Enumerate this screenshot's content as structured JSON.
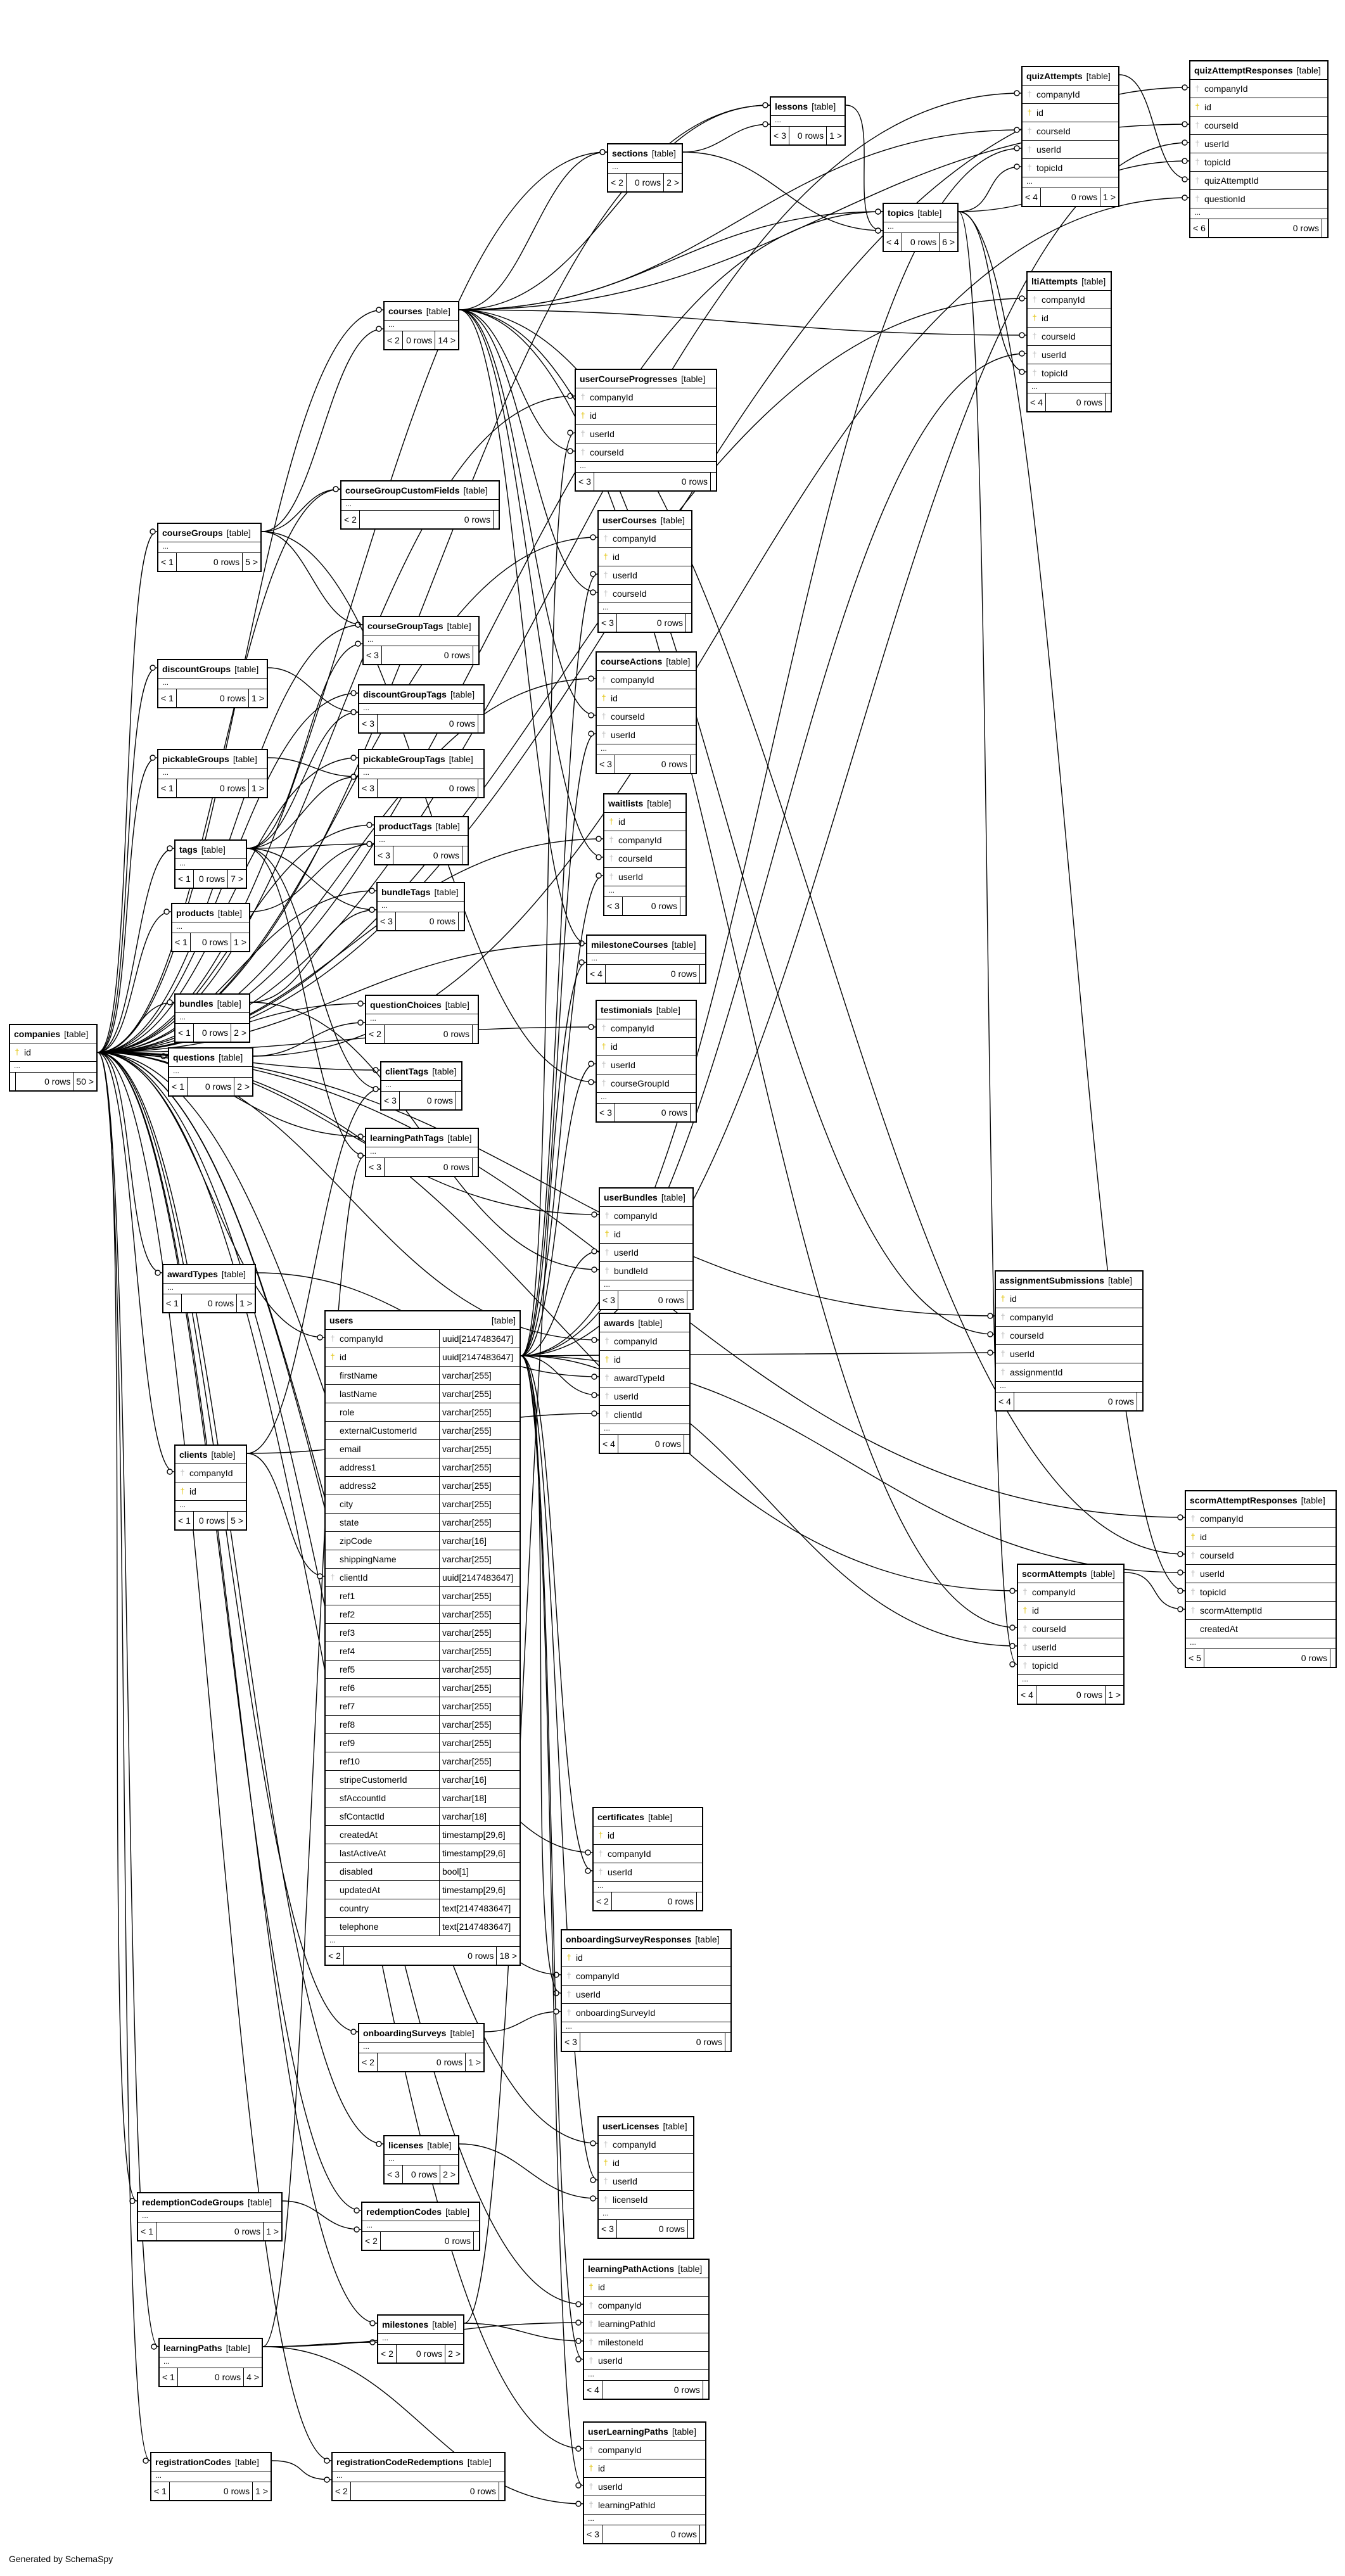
{
  "footer": "Generated by SchemaSpy",
  "table_tag": "[table]",
  "rows_label": "0 rows",
  "tables": [
    {
      "name": "companies",
      "cols": [
        {
          "n": "id",
          "k": "pk"
        }
      ],
      "footer": {
        "p": "",
        "c": "50 >"
      }
    },
    {
      "name": "lessons",
      "cols": [],
      "footer": {
        "p": "< 3",
        "c": "1 >"
      }
    },
    {
      "name": "sections",
      "cols": [],
      "footer": {
        "p": "< 2",
        "c": "2 >"
      }
    },
    {
      "name": "topics",
      "cols": [],
      "footer": {
        "p": "< 4",
        "c": "6 >"
      }
    },
    {
      "name": "courses",
      "cols": [],
      "footer": {
        "p": "< 2",
        "c": "14 >"
      }
    },
    {
      "name": "quizAttempts",
      "cols": [
        {
          "n": "companyId",
          "k": "fk"
        },
        {
          "n": "id",
          "k": "pk"
        },
        {
          "n": "courseId",
          "k": "fk"
        },
        {
          "n": "userId",
          "k": "fk"
        },
        {
          "n": "topicId",
          "k": "fk"
        }
      ],
      "footer": {
        "p": "< 4",
        "c": "1 >"
      }
    },
    {
      "name": "quizAttemptResponses",
      "cols": [
        {
          "n": "companyId",
          "k": "fk"
        },
        {
          "n": "id",
          "k": "pk"
        },
        {
          "n": "courseId",
          "k": "fk"
        },
        {
          "n": "userId",
          "k": "fk"
        },
        {
          "n": "topicId",
          "k": "fk"
        },
        {
          "n": "quizAttemptId",
          "k": "fk"
        },
        {
          "n": "questionId",
          "k": "fk"
        }
      ],
      "footer": {
        "p": "< 6",
        "c": ""
      }
    },
    {
      "name": "ltiAttempts",
      "cols": [
        {
          "n": "companyId",
          "k": "fk"
        },
        {
          "n": "id",
          "k": "pk"
        },
        {
          "n": "courseId",
          "k": "fk"
        },
        {
          "n": "userId",
          "k": "fk"
        },
        {
          "n": "topicId",
          "k": "fk"
        }
      ],
      "footer": {
        "p": "< 4",
        "c": ""
      }
    },
    {
      "name": "userCourseProgresses",
      "cols": [
        {
          "n": "companyId",
          "k": "fk"
        },
        {
          "n": "id",
          "k": "pk"
        },
        {
          "n": "userId",
          "k": "fk"
        },
        {
          "n": "courseId",
          "k": "fk"
        }
      ],
      "footer": {
        "p": "< 3",
        "c": ""
      }
    },
    {
      "name": "courseGroupCustomFields",
      "cols": [],
      "footer": {
        "p": "< 2",
        "c": ""
      }
    },
    {
      "name": "courseGroups",
      "cols": [],
      "footer": {
        "p": "< 1",
        "c": "5 >"
      }
    },
    {
      "name": "userCourses",
      "cols": [
        {
          "n": "companyId",
          "k": "fk"
        },
        {
          "n": "id",
          "k": "pk"
        },
        {
          "n": "userId",
          "k": "fk"
        },
        {
          "n": "courseId",
          "k": "fk"
        }
      ],
      "footer": {
        "p": "< 3",
        "c": ""
      }
    },
    {
      "name": "courseGroupTags",
      "cols": [],
      "footer": {
        "p": "< 3",
        "c": ""
      }
    },
    {
      "name": "discountGroups",
      "cols": [],
      "footer": {
        "p": "< 1",
        "c": "1 >"
      }
    },
    {
      "name": "discountGroupTags",
      "cols": [],
      "footer": {
        "p": "< 3",
        "c": ""
      }
    },
    {
      "name": "courseActions",
      "cols": [
        {
          "n": "companyId",
          "k": "fk"
        },
        {
          "n": "id",
          "k": "pk"
        },
        {
          "n": "courseId",
          "k": "fk"
        },
        {
          "n": "userId",
          "k": "fk"
        }
      ],
      "footer": {
        "p": "< 3",
        "c": ""
      }
    },
    {
      "name": "pickableGroups",
      "cols": [],
      "footer": {
        "p": "< 1",
        "c": "1 >"
      }
    },
    {
      "name": "pickableGroupTags",
      "cols": [],
      "footer": {
        "p": "< 3",
        "c": ""
      }
    },
    {
      "name": "waitlists",
      "cols": [
        {
          "n": "id",
          "k": "pk"
        },
        {
          "n": "companyId",
          "k": "fk"
        },
        {
          "n": "courseId",
          "k": "fk"
        },
        {
          "n": "userId",
          "k": "fk"
        }
      ],
      "footer": {
        "p": "< 3",
        "c": ""
      }
    },
    {
      "name": "productTags",
      "cols": [],
      "footer": {
        "p": "< 3",
        "c": ""
      }
    },
    {
      "name": "tags",
      "cols": [],
      "footer": {
        "p": "< 1",
        "c": "7 >"
      }
    },
    {
      "name": "bundleTags",
      "cols": [],
      "footer": {
        "p": "< 3",
        "c": ""
      }
    },
    {
      "name": "products",
      "cols": [],
      "footer": {
        "p": "< 1",
        "c": "1 >"
      }
    },
    {
      "name": "milestoneCourses",
      "cols": [],
      "footer": {
        "p": "< 4",
        "c": ""
      }
    },
    {
      "name": "bundles",
      "cols": [],
      "footer": {
        "p": "< 1",
        "c": "2 >"
      }
    },
    {
      "name": "questionChoices",
      "cols": [],
      "footer": {
        "p": "< 2",
        "c": ""
      }
    },
    {
      "name": "testimonials",
      "cols": [
        {
          "n": "companyId",
          "k": "fk"
        },
        {
          "n": "id",
          "k": "pk"
        },
        {
          "n": "userId",
          "k": "fk"
        },
        {
          "n": "courseGroupId",
          "k": "fk"
        }
      ],
      "footer": {
        "p": "< 3",
        "c": ""
      }
    },
    {
      "name": "questions",
      "cols": [],
      "footer": {
        "p": "< 1",
        "c": "2 >"
      }
    },
    {
      "name": "clientTags",
      "cols": [],
      "footer": {
        "p": "< 3",
        "c": ""
      }
    },
    {
      "name": "learningPathTags",
      "cols": [],
      "footer": {
        "p": "< 3",
        "c": ""
      }
    },
    {
      "name": "userBundles",
      "cols": [
        {
          "n": "companyId",
          "k": "fk"
        },
        {
          "n": "id",
          "k": "pk"
        },
        {
          "n": "userId",
          "k": "fk"
        },
        {
          "n": "bundleId",
          "k": "fk"
        }
      ],
      "footer": {
        "p": "< 3",
        "c": ""
      }
    },
    {
      "name": "awardTypes",
      "cols": [],
      "footer": {
        "p": "< 1",
        "c": "1 >"
      }
    },
    {
      "name": "awards",
      "cols": [
        {
          "n": "companyId",
          "k": "fk"
        },
        {
          "n": "id",
          "k": "pk"
        },
        {
          "n": "awardTypeId",
          "k": "fk"
        },
        {
          "n": "userId",
          "k": "fk"
        },
        {
          "n": "clientId",
          "k": "fk"
        }
      ],
      "footer": {
        "p": "< 4",
        "c": ""
      }
    },
    {
      "name": "assignmentSubmissions",
      "cols": [
        {
          "n": "id",
          "k": "pk"
        },
        {
          "n": "companyId",
          "k": "fk"
        },
        {
          "n": "courseId",
          "k": "fk"
        },
        {
          "n": "userId",
          "k": "fk"
        },
        {
          "n": "assignmentId",
          "k": "fk"
        }
      ],
      "footer": {
        "p": "< 4",
        "c": ""
      }
    },
    {
      "name": "clients",
      "cols": [
        {
          "n": "companyId",
          "k": "fk"
        },
        {
          "n": "id",
          "k": "pk"
        }
      ],
      "footer": {
        "p": "< 1",
        "c": "5 >"
      }
    },
    {
      "name": "scormAttemptResponses",
      "cols": [
        {
          "n": "companyId",
          "k": "fk"
        },
        {
          "n": "id",
          "k": "pk"
        },
        {
          "n": "courseId",
          "k": "fk"
        },
        {
          "n": "userId",
          "k": "fk"
        },
        {
          "n": "topicId",
          "k": "fk"
        },
        {
          "n": "scormAttemptId",
          "k": "fk"
        },
        {
          "n": "createdAt",
          "k": ""
        }
      ],
      "footer": {
        "p": "< 5",
        "c": ""
      }
    },
    {
      "name": "scormAttempts",
      "cols": [
        {
          "n": "companyId",
          "k": "fk"
        },
        {
          "n": "id",
          "k": "pk"
        },
        {
          "n": "courseId",
          "k": "fk"
        },
        {
          "n": "userId",
          "k": "fk"
        },
        {
          "n": "topicId",
          "k": "fk"
        }
      ],
      "footer": {
        "p": "< 4",
        "c": "1 >"
      }
    },
    {
      "name": "certificates",
      "cols": [
        {
          "n": "id",
          "k": "pk"
        },
        {
          "n": "companyId",
          "k": "fk"
        },
        {
          "n": "userId",
          "k": "fk"
        }
      ],
      "footer": {
        "p": "< 2",
        "c": ""
      }
    },
    {
      "name": "onboardingSurveyResponses",
      "cols": [
        {
          "n": "id",
          "k": "pk"
        },
        {
          "n": "companyId",
          "k": "fk"
        },
        {
          "n": "userId",
          "k": "fk"
        },
        {
          "n": "onboardingSurveyId",
          "k": "fk"
        }
      ],
      "footer": {
        "p": "< 3",
        "c": ""
      }
    },
    {
      "name": "onboardingSurveys",
      "cols": [],
      "footer": {
        "p": "< 2",
        "c": "1 >"
      }
    },
    {
      "name": "licenses",
      "cols": [],
      "footer": {
        "p": "< 3",
        "c": "2 >"
      }
    },
    {
      "name": "userLicenses",
      "cols": [
        {
          "n": "companyId",
          "k": "fk"
        },
        {
          "n": "id",
          "k": "pk"
        },
        {
          "n": "userId",
          "k": "fk"
        },
        {
          "n": "licenseId",
          "k": "fk"
        }
      ],
      "footer": {
        "p": "< 3",
        "c": ""
      }
    },
    {
      "name": "redemptionCodeGroups",
      "cols": [],
      "footer": {
        "p": "< 1",
        "c": "1 >"
      }
    },
    {
      "name": "redemptionCodes",
      "cols": [],
      "footer": {
        "p": "< 2",
        "c": ""
      }
    },
    {
      "name": "learningPathActions",
      "cols": [
        {
          "n": "id",
          "k": "pk"
        },
        {
          "n": "companyId",
          "k": "fk"
        },
        {
          "n": "learningPathId",
          "k": "fk"
        },
        {
          "n": "milestoneId",
          "k": "fk"
        },
        {
          "n": "userId",
          "k": "fk"
        }
      ],
      "footer": {
        "p": "< 4",
        "c": ""
      }
    },
    {
      "name": "milestones",
      "cols": [],
      "footer": {
        "p": "< 2",
        "c": "2 >"
      }
    },
    {
      "name": "learningPaths",
      "cols": [],
      "footer": {
        "p": "< 1",
        "c": "4 >"
      }
    },
    {
      "name": "userLearningPaths",
      "cols": [
        {
          "n": "companyId",
          "k": "fk"
        },
        {
          "n": "id",
          "k": "pk"
        },
        {
          "n": "userId",
          "k": "fk"
        },
        {
          "n": "learningPathId",
          "k": "fk"
        }
      ],
      "footer": {
        "p": "< 3",
        "c": ""
      }
    },
    {
      "name": "registrationCodes",
      "cols": [],
      "footer": {
        "p": "< 1",
        "c": "1 >"
      }
    },
    {
      "name": "registrationCodeRedemptions",
      "cols": [],
      "footer": {
        "p": "< 2",
        "c": ""
      }
    }
  ],
  "users": {
    "name": "users",
    "cols": [
      {
        "n": "companyId",
        "t": "uuid[2147483647]",
        "k": "fk"
      },
      {
        "n": "id",
        "t": "uuid[2147483647]",
        "k": "pk"
      },
      {
        "n": "firstName",
        "t": "varchar[255]",
        "k": ""
      },
      {
        "n": "lastName",
        "t": "varchar[255]",
        "k": ""
      },
      {
        "n": "role",
        "t": "varchar[255]",
        "k": ""
      },
      {
        "n": "externalCustomerId",
        "t": "varchar[255]",
        "k": ""
      },
      {
        "n": "email",
        "t": "varchar[255]",
        "k": ""
      },
      {
        "n": "address1",
        "t": "varchar[255]",
        "k": ""
      },
      {
        "n": "address2",
        "t": "varchar[255]",
        "k": ""
      },
      {
        "n": "city",
        "t": "varchar[255]",
        "k": ""
      },
      {
        "n": "state",
        "t": "varchar[255]",
        "k": ""
      },
      {
        "n": "zipCode",
        "t": "varchar[16]",
        "k": ""
      },
      {
        "n": "shippingName",
        "t": "varchar[255]",
        "k": ""
      },
      {
        "n": "clientId",
        "t": "uuid[2147483647]",
        "k": "fk"
      },
      {
        "n": "ref1",
        "t": "varchar[255]",
        "k": ""
      },
      {
        "n": "ref2",
        "t": "varchar[255]",
        "k": ""
      },
      {
        "n": "ref3",
        "t": "varchar[255]",
        "k": ""
      },
      {
        "n": "ref4",
        "t": "varchar[255]",
        "k": ""
      },
      {
        "n": "ref5",
        "t": "varchar[255]",
        "k": ""
      },
      {
        "n": "ref6",
        "t": "varchar[255]",
        "k": ""
      },
      {
        "n": "ref7",
        "t": "varchar[255]",
        "k": ""
      },
      {
        "n": "ref8",
        "t": "varchar[255]",
        "k": ""
      },
      {
        "n": "ref9",
        "t": "varchar[255]",
        "k": ""
      },
      {
        "n": "ref10",
        "t": "varchar[255]",
        "k": ""
      },
      {
        "n": "stripeCustomerId",
        "t": "varchar[16]",
        "k": ""
      },
      {
        "n": "sfAccountId",
        "t": "varchar[18]",
        "k": ""
      },
      {
        "n": "sfContactId",
        "t": "varchar[18]",
        "k": ""
      },
      {
        "n": "createdAt",
        "t": "timestamp[29,6]",
        "k": ""
      },
      {
        "n": "lastActiveAt",
        "t": "timestamp[29,6]",
        "k": ""
      },
      {
        "n": "disabled",
        "t": "bool[1]",
        "k": ""
      },
      {
        "n": "updatedAt",
        "t": "timestamp[29,6]",
        "k": ""
      },
      {
        "n": "country",
        "t": "text[2147483647]",
        "k": ""
      },
      {
        "n": "telephone",
        "t": "text[2147483647]",
        "k": ""
      }
    ],
    "footer": {
      "p": "< 2",
      "c": "18 >"
    }
  }
}
